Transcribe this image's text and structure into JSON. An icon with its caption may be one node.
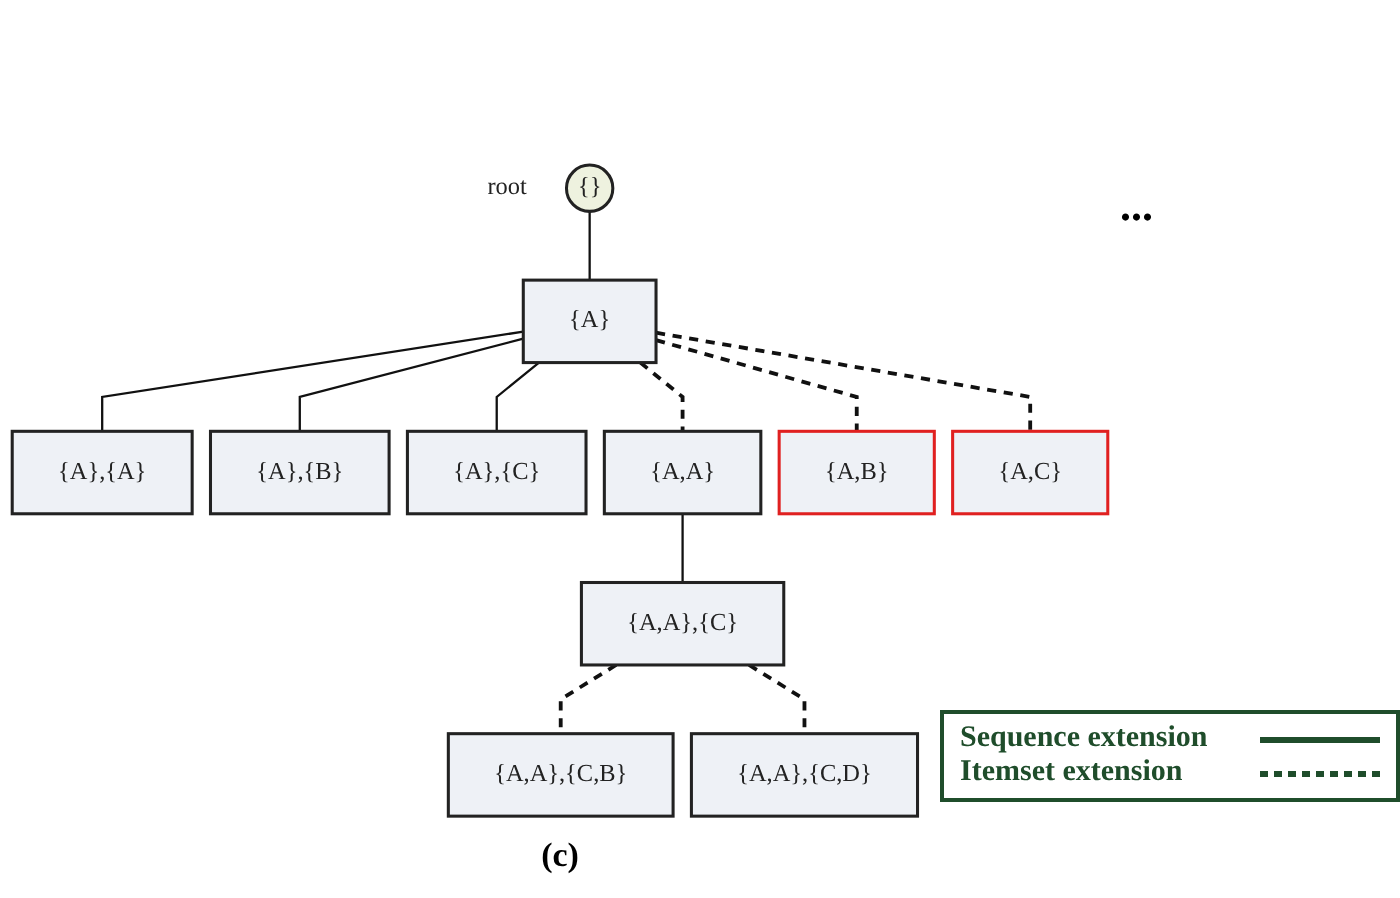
{
  "diagram": {
    "caption": "(c)",
    "nodes": [
      {
        "text": [
          "{}"
        ],
        "beside": [
          "root"
        ]
      },
      {
        "text": [
          "{A}"
        ]
      },
      {
        "text": [
          "{A},{A}"
        ]
      },
      {
        "text": [
          "{A},{B}"
        ]
      },
      {
        "text": [
          "{A},{C}"
        ]
      },
      {
        "text": [
          "{A,A}"
        ]
      },
      {
        "text": [
          "{A,B}"
        ]
      },
      {
        "text": [
          "{A,C}"
        ]
      },
      {
        "text": [
          "{A,A},{C}"
        ]
      },
      {
        "text": [
          "{A,A},{C,B}"
        ]
      },
      {
        "text": [
          "{A,A},{C,D}"
        ]
      }
    ],
    "edges": [
      {
        "from": 0,
        "to": 1,
        "arrow": "none"
      },
      {
        "from": 1,
        "to": 2,
        "arrow": "none"
      },
      {
        "from": 1,
        "to": 3,
        "arrow": "none"
      },
      {
        "from": 1,
        "to": 4,
        "arrow": "none"
      },
      {
        "from": 1,
        "to": 5,
        "arrow": "none",
        "style": "dashed"
      },
      {
        "from": 1,
        "to": 6,
        "arrow": "none",
        "style": "dashed"
      },
      {
        "from": 1,
        "to": 7,
        "arrow": "none",
        "style": "dashed"
      },
      {
        "from": 5,
        "to": 8,
        "arrow": "none"
      },
      {
        "from": 8,
        "to": 9,
        "arrow": "none",
        "style": "dashed"
      },
      {
        "from": 8,
        "to": 10,
        "arrow": "none",
        "style": "dashed"
      }
    ],
    "labels": [
      "..."
    ],
    "legend": [
      {
        "text": "Sequence extension"
      },
      {
        "text": "Itemset extension"
      }
    ]
  }
}
